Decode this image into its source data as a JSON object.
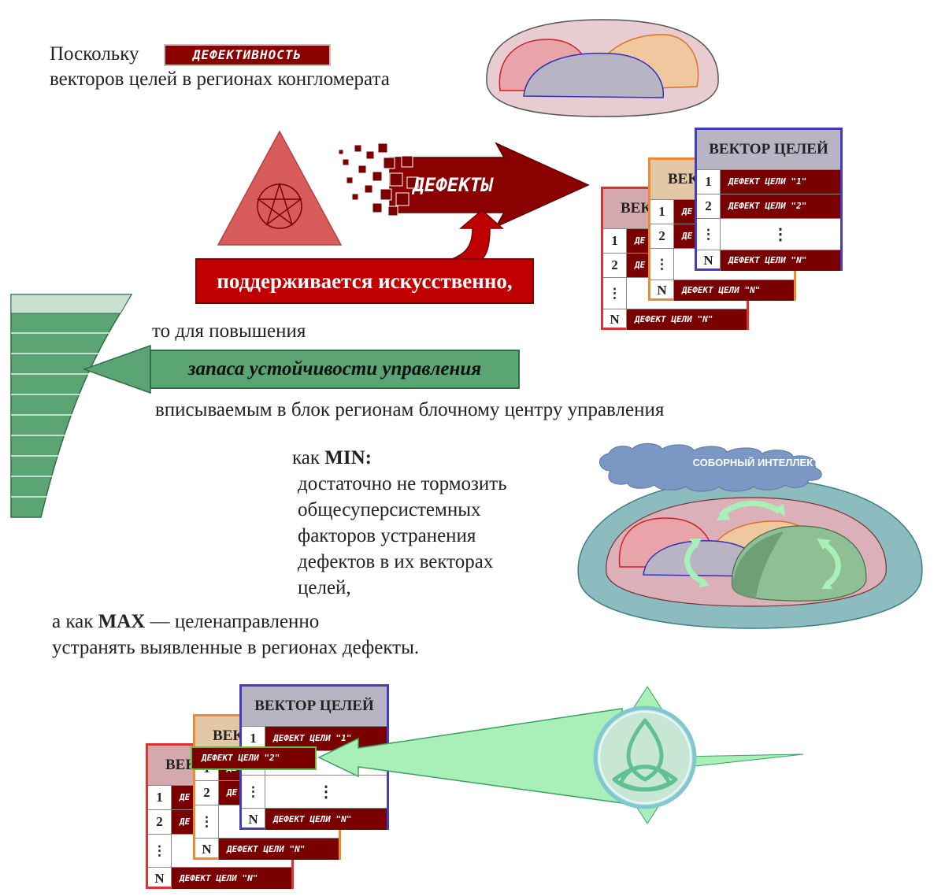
{
  "intro": {
    "line1": "Поскольку",
    "badge": "ДЕФЕКТИВНОСТЬ",
    "line2": "векторов целей в регионах конгломерата"
  },
  "arrow_defects_label": "ДЕФЕКТЫ",
  "banner_artificial": "поддерживается искусственно,",
  "text_increase": "то для повышения",
  "banner_stability": "запаса устойчивости управления",
  "text_block_center": "вписываемым в блок регионам блочному центру управления",
  "min_block": {
    "prefix": "как",
    "keyword": "MIN:",
    "lines": [
      "достаточно не тормозить",
      "общесуперсистемных",
      "факторов устранения",
      "дефектов в их векторах",
      "целей,"
    ]
  },
  "max_block": {
    "prefix": "а как",
    "keyword": "MAX",
    "line1_rest": "— целенаправленно",
    "line2": "устранять выявленные в регионах дефекты."
  },
  "cloud_label": "СОБОРНЫЙ ИНТЕЛЛЕКТ",
  "vector_card": {
    "title": "ВЕКТОР ЦЕЛЕЙ",
    "title_short": "ВЕК",
    "rows": [
      {
        "num": "1",
        "text": "ДЕФЕКТ ЦЕЛИ \"1\""
      },
      {
        "num": "2",
        "text": "ДЕФЕКТ ЦЕЛИ \"2\""
      },
      {
        "num": "⋮",
        "text": "⋮"
      },
      {
        "num": "N",
        "text": "ДЕФЕКТ ЦЕЛИ \"N\""
      }
    ],
    "short_prefix": "ДЕ"
  },
  "highlight_row": "ДЕФЕКТ ЦЕЛИ \"2\"",
  "colors": {
    "dark_red": "#7a0000",
    "red": "#c00000",
    "green": "#5ba574",
    "light_green": "#a8f0b8",
    "card_border_front": "#3f3fc0",
    "card_border_mid": "#f08a30",
    "card_border_back": "#e03030"
  }
}
